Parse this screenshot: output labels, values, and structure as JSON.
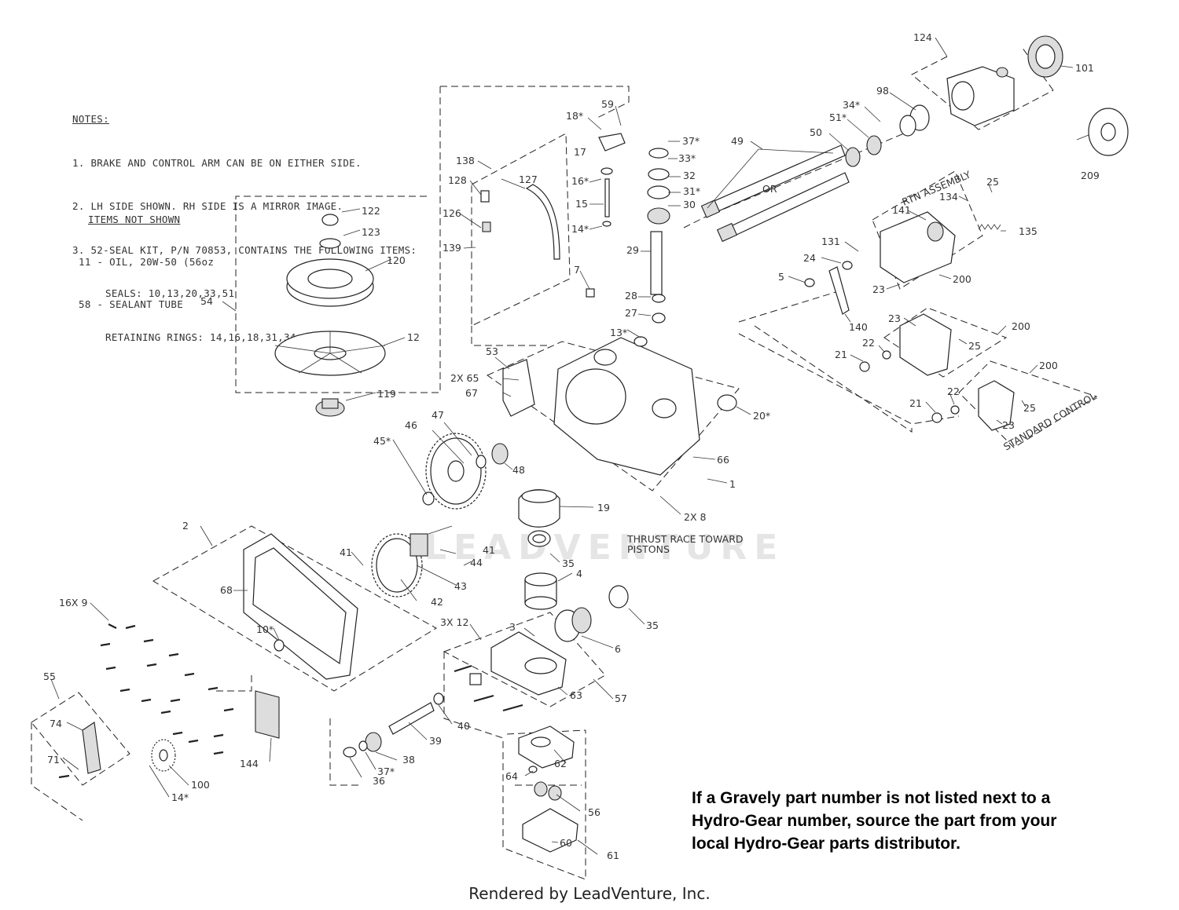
{
  "notes": {
    "title": "NOTES:",
    "lines": [
      "1. BRAKE AND CONTROL ARM CAN BE ON EITHER SIDE.",
      "2. LH SIDE SHOWN. RH SIDE IS A MIRROR IMAGE.",
      "3. 52-SEAL KIT, P/N 70853, CONTAINS THE FOLLOWING ITEMS:"
    ],
    "seals": "SEALS: 10,13,20,33,51",
    "rings": "RETAINING RINGS: 14,16,18,31,34,37,45"
  },
  "items_not_shown": {
    "title": "ITEMS NOT SHOWN",
    "lines": [
      "11 - OIL, 20W-50 (56oz",
      "58 - SEALANT TUBE"
    ]
  },
  "disclaimer": [
    "If a Gravely part number is not listed next to a",
    "Hydro-Gear number, source the part from your",
    "local Hydro-Gear parts distributor."
  ],
  "footer": "Rendered by LeadVenture, Inc.",
  "watermark": "LEADVENTURE",
  "annotations": {
    "or": "OR",
    "rtn_assembly": "RTN ASSEMBLY",
    "standard_control": "STANDARD CONTROL",
    "thrust_race_1": "THRUST RACE TOWARD",
    "thrust_race_2": "PISTONS"
  },
  "callouts": [
    {
      "label": "124",
      "name": "124"
    },
    {
      "label": "101",
      "name": "101"
    },
    {
      "label": "98",
      "name": "98"
    },
    {
      "label": "34*",
      "name": "34"
    },
    {
      "label": "51*",
      "name": "51"
    },
    {
      "label": "50",
      "name": "50"
    },
    {
      "label": "49",
      "name": "49"
    },
    {
      "label": "209",
      "name": "209"
    },
    {
      "label": "59",
      "name": "59"
    },
    {
      "label": "18*",
      "name": "18"
    },
    {
      "label": "17",
      "name": "17"
    },
    {
      "label": "16*",
      "name": "16"
    },
    {
      "label": "15",
      "name": "15"
    },
    {
      "label": "14*",
      "name": "14-upper"
    },
    {
      "label": "37*",
      "name": "37-upper"
    },
    {
      "label": "33*",
      "name": "33"
    },
    {
      "label": "32",
      "name": "32"
    },
    {
      "label": "31*",
      "name": "31"
    },
    {
      "label": "30",
      "name": "30"
    },
    {
      "label": "29",
      "name": "29"
    },
    {
      "label": "28",
      "name": "28"
    },
    {
      "label": "27",
      "name": "27"
    },
    {
      "label": "138",
      "name": "138"
    },
    {
      "label": "128",
      "name": "128"
    },
    {
      "label": "127",
      "name": "127"
    },
    {
      "label": "126",
      "name": "126"
    },
    {
      "label": "139",
      "name": "139"
    },
    {
      "label": "122",
      "name": "122"
    },
    {
      "label": "123",
      "name": "123"
    },
    {
      "label": "120",
      "name": "120"
    },
    {
      "label": "54",
      "name": "54"
    },
    {
      "label": "12",
      "name": "12"
    },
    {
      "label": "119",
      "name": "119"
    },
    {
      "label": "7",
      "name": "7"
    },
    {
      "label": "13*",
      "name": "13"
    },
    {
      "label": "53",
      "name": "53"
    },
    {
      "label": "2X 65",
      "name": "65"
    },
    {
      "label": "67",
      "name": "67"
    },
    {
      "label": "20*",
      "name": "20"
    },
    {
      "label": "66",
      "name": "66"
    },
    {
      "label": "1",
      "name": "1"
    },
    {
      "label": "2X 8",
      "name": "8"
    },
    {
      "label": "47",
      "name": "47"
    },
    {
      "label": "46",
      "name": "46"
    },
    {
      "label": "45*",
      "name": "45"
    },
    {
      "label": "48",
      "name": "48"
    },
    {
      "label": "19",
      "name": "19"
    },
    {
      "label": "141",
      "name": "141"
    },
    {
      "label": "134",
      "name": "134"
    },
    {
      "label": "25",
      "name": "25-a"
    },
    {
      "label": "135",
      "name": "135"
    },
    {
      "label": "131",
      "name": "131"
    },
    {
      "label": "24",
      "name": "24"
    },
    {
      "label": "5",
      "name": "5"
    },
    {
      "label": "23",
      "name": "23-a"
    },
    {
      "label": "200",
      "name": "200-a"
    },
    {
      "label": "140",
      "name": "140"
    },
    {
      "label": "23",
      "name": "23-b"
    },
    {
      "label": "200",
      "name": "200-b"
    },
    {
      "label": "22",
      "name": "22-a"
    },
    {
      "label": "21",
      "name": "21-a"
    },
    {
      "label": "25",
      "name": "25-b"
    },
    {
      "label": "200",
      "name": "200-c"
    },
    {
      "label": "22",
      "name": "22-b"
    },
    {
      "label": "21",
      "name": "21-b"
    },
    {
      "label": "25",
      "name": "25-c"
    },
    {
      "label": "23",
      "name": "23-c"
    },
    {
      "label": "2",
      "name": "2"
    },
    {
      "label": "68",
      "name": "68"
    },
    {
      "label": "41",
      "name": "41-a"
    },
    {
      "label": "41",
      "name": "41-b"
    },
    {
      "label": "44",
      "name": "44"
    },
    {
      "label": "35",
      "name": "35-a"
    },
    {
      "label": "43",
      "name": "43"
    },
    {
      "label": "42",
      "name": "42"
    },
    {
      "label": "4",
      "name": "4"
    },
    {
      "label": "35",
      "name": "35-b"
    },
    {
      "label": "6",
      "name": "6"
    },
    {
      "label": "3",
      "name": "3"
    },
    {
      "label": "3X 12",
      "name": "12-bolts"
    },
    {
      "label": "57",
      "name": "57"
    },
    {
      "label": "63",
      "name": "63"
    },
    {
      "label": "16X 9",
      "name": "9"
    },
    {
      "label": "10*",
      "name": "10"
    },
    {
      "label": "55",
      "name": "55"
    },
    {
      "label": "74",
      "name": "74"
    },
    {
      "label": "71",
      "name": "71"
    },
    {
      "label": "100",
      "name": "100"
    },
    {
      "label": "14*",
      "name": "14-lower"
    },
    {
      "label": "144",
      "name": "144"
    },
    {
      "label": "40",
      "name": "40"
    },
    {
      "label": "39",
      "name": "39"
    },
    {
      "label": "38",
      "name": "38"
    },
    {
      "label": "37*",
      "name": "37-lower"
    },
    {
      "label": "36",
      "name": "36"
    },
    {
      "label": "62",
      "name": "62"
    },
    {
      "label": "64",
      "name": "64"
    },
    {
      "label": "56",
      "name": "56"
    },
    {
      "label": "60",
      "name": "60"
    },
    {
      "label": "61",
      "name": "61"
    }
  ]
}
